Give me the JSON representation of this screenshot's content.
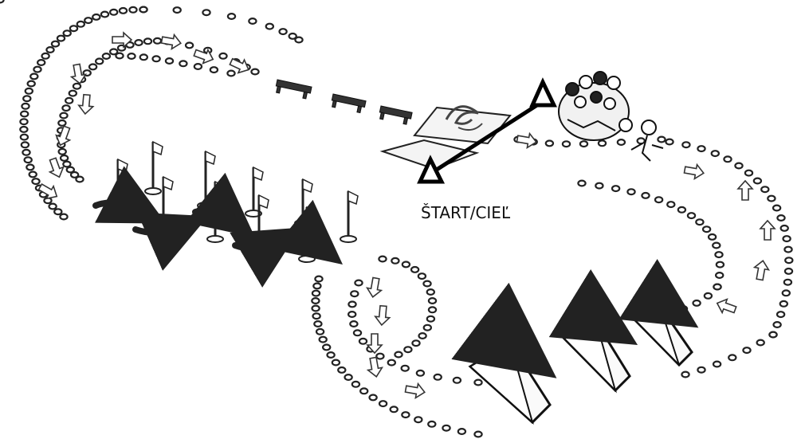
{
  "diagram": {
    "start_finish_label": "ŠTART/CIEĽ",
    "stations": [
      {
        "name": "cone-path-left-loop"
      },
      {
        "name": "flag-slalom",
        "poles": 10
      },
      {
        "name": "low-hurdles",
        "count": 3
      },
      {
        "name": "landing-mat"
      },
      {
        "name": "team-group"
      },
      {
        "name": "cone-path-right-loop"
      },
      {
        "name": "triangle-obstacles",
        "count": 3
      },
      {
        "name": "cone-path-bottom-loop"
      }
    ]
  }
}
